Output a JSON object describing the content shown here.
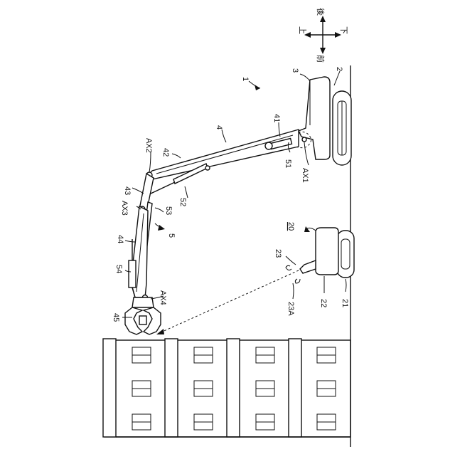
{
  "labels": {
    "ref_1": "1",
    "ref_2": "2",
    "ref_3": "3",
    "ref_4": "4",
    "ref_41": "41",
    "ref_42": "42",
    "ref_43": "43",
    "ref_44": "44",
    "ref_45": "45",
    "ref_5": "5",
    "ref_51": "51",
    "ref_52": "52",
    "ref_53": "53",
    "ref_54": "54",
    "ref_20": "20",
    "ref_21": "21",
    "ref_22": "22",
    "ref_23": "23",
    "ref_23A": "23A",
    "ax1": "AX1",
    "ax2": "AX2",
    "ax3": "AX3",
    "ax4": "AX4"
  },
  "compass": {
    "rear": "後",
    "front": "前",
    "up": "上",
    "down": "下"
  }
}
